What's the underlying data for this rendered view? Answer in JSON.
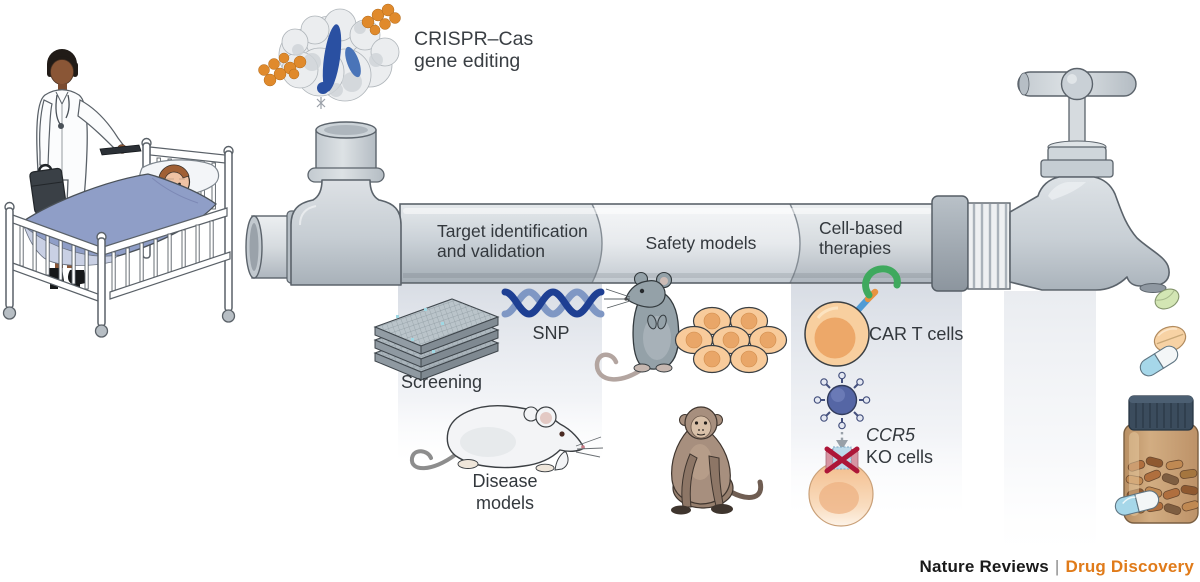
{
  "title": {
    "line1": "CRISPR–Cas",
    "line2": "gene editing"
  },
  "pipe": {
    "sections": [
      {
        "line1": "Target identification",
        "line2": "and validation"
      },
      {
        "line1": "Safety models",
        "line2": ""
      },
      {
        "line1": "Cell-based",
        "line2": "therapies"
      }
    ]
  },
  "stages": {
    "screening": "Screening",
    "snp": "SNP",
    "disease_models": {
      "line1": "Disease",
      "line2": "models"
    },
    "car_t": "CAR T cells",
    "ccr5": "CCR5",
    "ko_cells": "KO cells"
  },
  "footer": {
    "brand": "Nature Reviews",
    "separator": "|",
    "journal": "Drug Discovery"
  },
  "colors": {
    "journal_orange": "#e07b1a",
    "pipe_steel": "#cdd4da",
    "dna_dark_blue": "#1e3f93",
    "dna_light_blue": "#7f97c4",
    "cell_orange": "#f6c694",
    "virus_blue": "#5566a5",
    "car_receptor_green": "#3fa95e",
    "ko_cross_red": "#ad1638",
    "blanket_blue": "#8f9ec7",
    "protein_orange": "#e08a2c",
    "protein_blue": "#2a50a2"
  }
}
